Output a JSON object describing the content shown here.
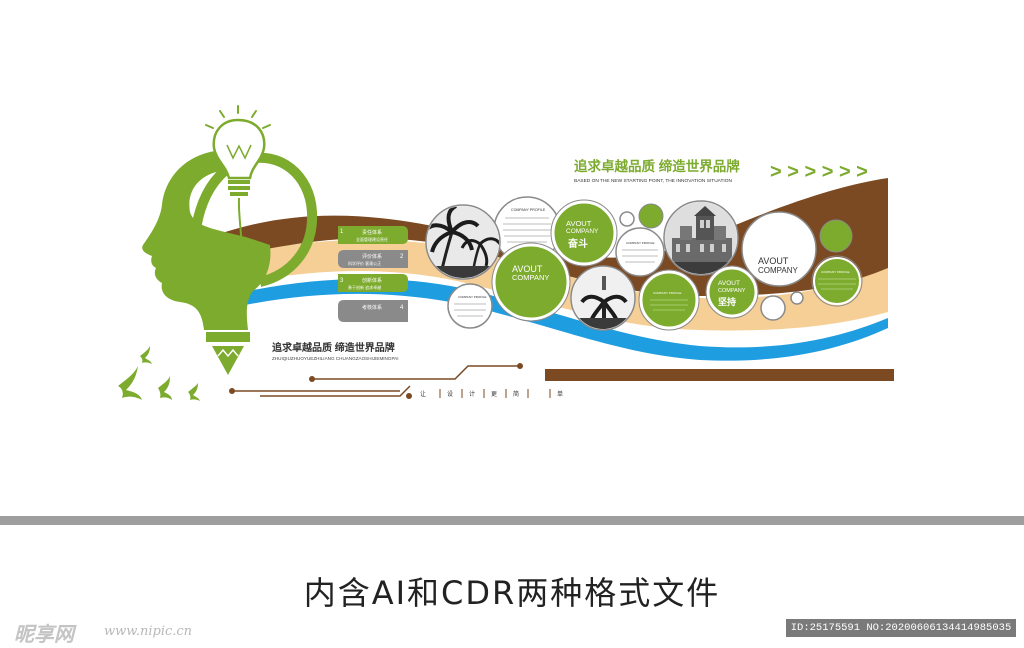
{
  "colors": {
    "green": "#7cab2e",
    "brown": "#7b4a22",
    "beige": "#f6cf96",
    "blue": "#1e9de0",
    "grey": "#8a8a8a"
  },
  "icons": {
    "head": "human-head-silhouette",
    "bulb": "light-bulb",
    "birds": "flying-swallows",
    "arrows": "chevron-right-arrows"
  },
  "headline": {
    "title": "追求卓越品质 缔造世界品牌",
    "subtitle": "BASED ON THE NEW STARTING POINT, THE INNOVATION SITUATION",
    "arrows": "> > >  > > >"
  },
  "numbered_list": [
    {
      "num": "1",
      "label": "责任体系",
      "sub": "全面管理建设责任"
    },
    {
      "num": "2",
      "label": "评价体系",
      "sub": "科学评价 客观公正"
    },
    {
      "num": "3",
      "label": "创新体系",
      "sub": "勇于创新 追求卓越"
    },
    {
      "num": "4",
      "label": "考核体系",
      "sub": ""
    }
  ],
  "slogan": {
    "title": "追求卓越品质 缔造世界品牌",
    "pinyin": "ZHUIQIUZHUOYUEZHILIANG CHUANGZAOSHIJIEMINGPAI"
  },
  "tagline_chars": [
    "让",
    "设",
    "计",
    "更",
    "简",
    "单"
  ],
  "circles": {
    "avout_label_1": "AVOUT",
    "avout_label_2": "COMPANY",
    "profile_label": "COMPANY PROFILE",
    "word_fendou": "奋斗",
    "word_jianchi": "坚持"
  },
  "footer": {
    "caption": "内含AI和CDR两种格式文件",
    "watermark_logo": "昵享网",
    "watermark_url": "www.nipic.cn",
    "image_id": "ID:25175591 NO:20200606134414985035"
  }
}
